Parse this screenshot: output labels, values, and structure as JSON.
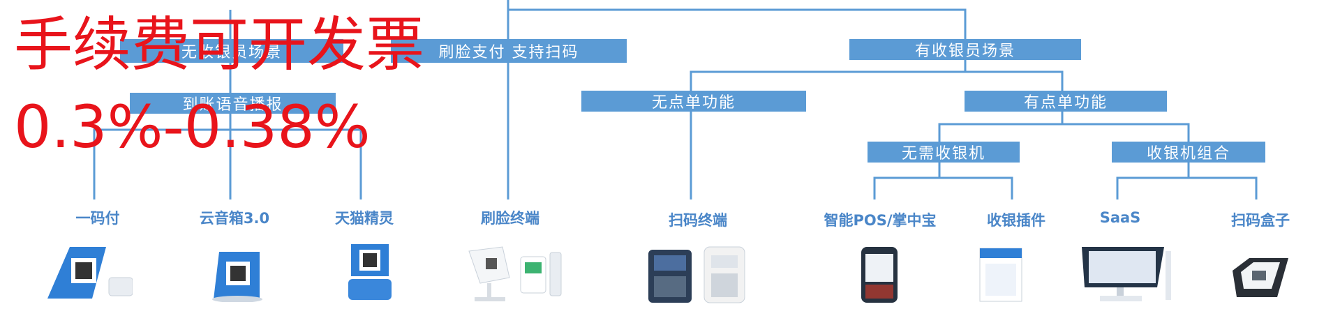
{
  "overlay": {
    "headline": "手续费可开发票",
    "rate": "0.3%-0.38%",
    "color": "#e8141b"
  },
  "tree": {
    "line_color": "#5b9bd5",
    "node_color": "#5b9bd5",
    "nodes": {
      "no_cashier": "无收银员场景",
      "voice": "到账语音播报",
      "face_pay": "刷脸支付 支持扫码",
      "has_cashier": "有收银员场景",
      "no_order": "无点单功能",
      "has_order": "有点单功能",
      "no_register": "无需收银机",
      "register_combo": "收银机组合"
    },
    "products": {
      "yimafu": "一码付",
      "speaker": "云音箱3.0",
      "tmall_genie": "天猫精灵",
      "face_terminal": "刷脸终端",
      "scan_terminal": "扫码终端",
      "smart_pos": "智能POS/掌中宝",
      "plugin": "收银插件",
      "saas": "SaaS",
      "scan_box": "扫码盒子"
    }
  }
}
